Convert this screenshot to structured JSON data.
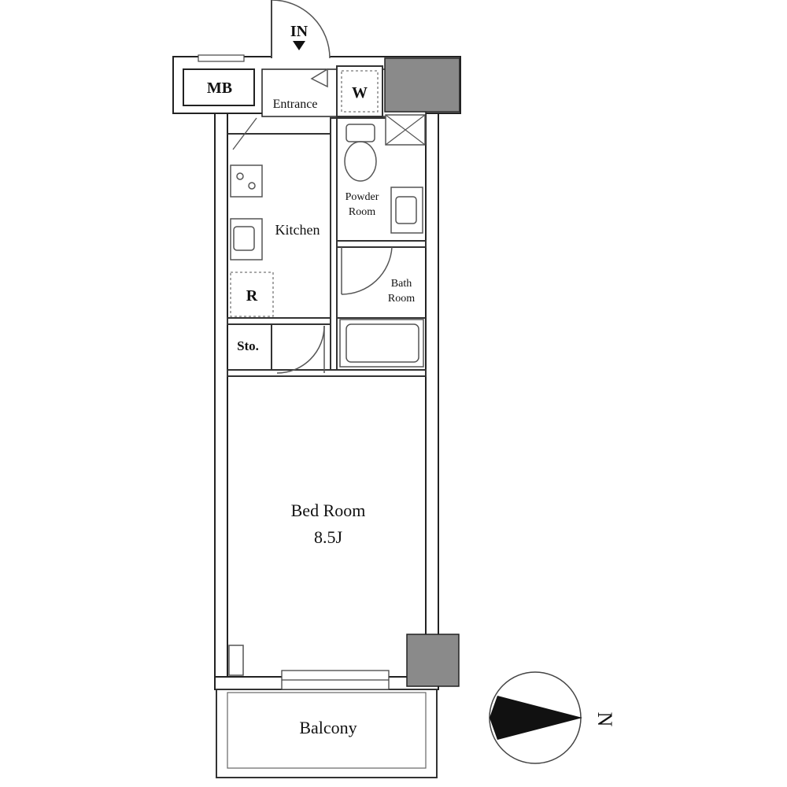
{
  "plan": {
    "entry_label": "IN",
    "rooms": {
      "mb": "MB",
      "entrance": "Entrance",
      "w": "W",
      "kitchen": "Kitchen",
      "powder_line1": "Powder",
      "powder_line2": "Room",
      "r": "R",
      "bath_line1": "Bath",
      "bath_line2": "Room",
      "storage": "Sto.",
      "bedroom": "Bed Room",
      "bedroom_size": "8.5J",
      "balcony": "Balcony"
    },
    "compass": {
      "label": "N",
      "icon": "north-arrow-icon"
    },
    "colors": {
      "wall": "#ffffff",
      "wall_outline": "#222222",
      "column": "#8a8a8a"
    }
  }
}
